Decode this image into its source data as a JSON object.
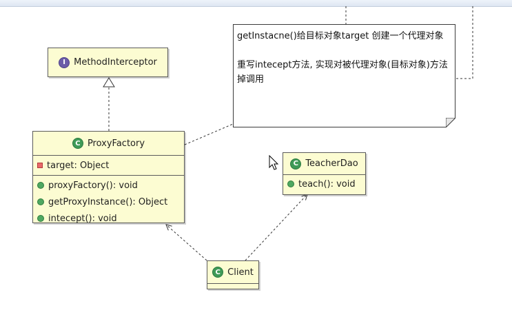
{
  "diagram": {
    "interface_method_interceptor": {
      "name": "MethodInterceptor",
      "stereotype_icon": "interface-icon"
    },
    "class_proxy_factory": {
      "name": "ProxyFactory",
      "attributes": [
        "target: Object"
      ],
      "operations": [
        "proxyFactory(): void",
        "getProxyInstance(): Object",
        "intecept(): void"
      ]
    },
    "class_teacher_dao": {
      "name": "TeacherDao",
      "operations": [
        "teach(): void"
      ]
    },
    "class_client": {
      "name": "Client"
    },
    "note": {
      "line1": "getInstacne()给目标对象target 创建一个代理对象",
      "line2": "重写intecept方法, 实现对被代理对象(目标对象)方法掉调用"
    }
  },
  "colors": {
    "class_fill": "#fcfcd2",
    "border": "#5a5a5a",
    "class_icon": "#3f9a57",
    "interface_icon": "#6b5ca8",
    "private_marker": "#e86a6a"
  }
}
